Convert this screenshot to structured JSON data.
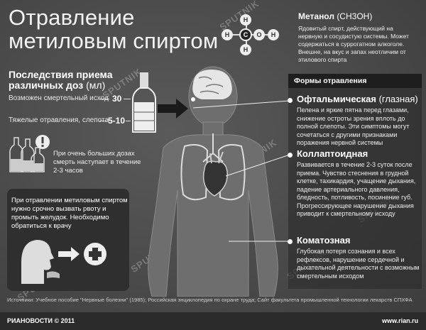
{
  "title": {
    "line1": "Отравление",
    "line2": "метиловым спиртом"
  },
  "doses": {
    "heading": "Последствия приема различных доз",
    "heading_unit": "(мл)",
    "items": [
      {
        "label": "Возможен смертельный исход",
        "value": "30"
      },
      {
        "label": "Тяжелые отравления, слепота",
        "value": "5-10"
      }
    ],
    "note": "При очень больших дозах смерть наступает в течение 2-3 часов"
  },
  "first_aid": "При отравлении метиловым спиртом нужно срочно вызвать рвоту и промыть желудок. Необходимо обратиться к врачу",
  "methanol": {
    "title": "Метанол",
    "formula": "(CH3OH)",
    "text": "Ядовитый спирт, действующий на нервную и сосудистую системы. Может содержаться в суррогатном алкоголе. Внешне, на вкус и запах неотличим от этилового спирта",
    "atoms": {
      "h": "H",
      "c": "C",
      "o": "O"
    }
  },
  "forms": {
    "label": "Формы отравления",
    "items": [
      {
        "title": "Офтальмическая",
        "subtitle": "(глазная)",
        "text": "Пелена и яркие пятна перед глазами, снижение остроты зрения вплоть до полной слепоты. Эти симптомы могут сочетаться с другими признаками поражения нервной системы"
      },
      {
        "title": "Коллаптоидная",
        "subtitle": "",
        "text": "Развивается в течение 2-3 суток после приема. Чувство стеснения в грудной клетке, тахикардия, учащение дыхания, падение артериального давления, бледность, потливость, посинение губ. Прогрессирующее нарушение дыхания приводит к смертельному исходу"
      },
      {
        "title": "Коматозная",
        "subtitle": "",
        "text": "Глубокая потеря сознания и всех рефлексов, нарушение сердечной и дыхательной деятельности с возможным смертельным исходом"
      }
    ]
  },
  "sources": "Источники: Учебное пособие \"Нервные болезни\" (1985); Российская энциклопедия по охране труда; Сайт факультета промышленной технологии лекарств СПХФА",
  "footer": {
    "brand": "РИАНОВОСТИ © 2011",
    "site": "www.rian.ru"
  },
  "watermark": "SPUTNIK"
}
